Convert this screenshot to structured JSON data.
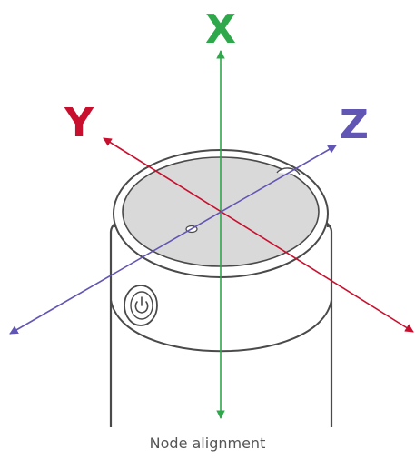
{
  "diagram": {
    "caption": "Node alignment",
    "axes": [
      {
        "id": "x",
        "label": "X",
        "color": "#2ea84a"
      },
      {
        "id": "y",
        "label": "Y",
        "color": "#c8102e"
      },
      {
        "id": "z",
        "label": "Z",
        "color": "#6256b5"
      }
    ],
    "device_colors": {
      "outline": "#4a4a4a",
      "top_fill": "#d9d9d9",
      "body_fill": "#ffffff"
    },
    "power_button_icon": "power-icon"
  }
}
